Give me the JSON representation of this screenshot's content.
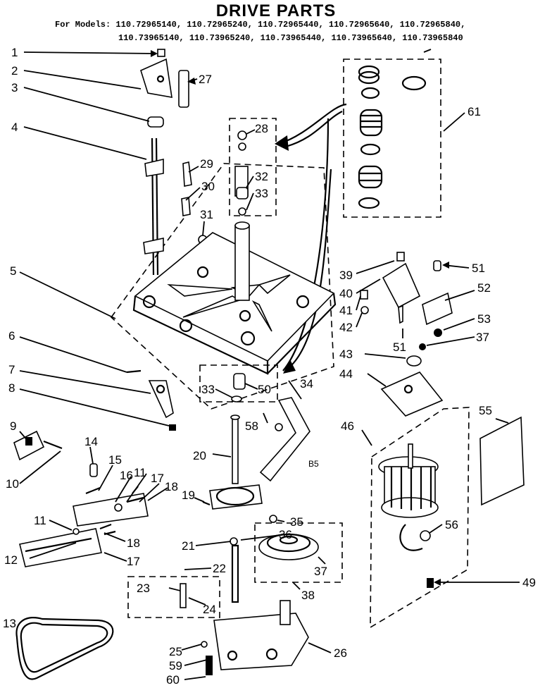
{
  "title": "DRIVE PARTS",
  "models_line1": "For Models: 110.72965140, 110.72965240, 110.72965440, 110.72965640, 110.72965840,",
  "models_line2": "110.73965140, 110.73965240, 110.73965440, 110.73965640, 110.73965840",
  "code": "B5",
  "callouts": [
    "1",
    "2",
    "3",
    "4",
    "5",
    "6",
    "7",
    "8",
    "9",
    "10",
    "11",
    "11",
    "12",
    "13",
    "14",
    "15",
    "16",
    "17",
    "17",
    "18",
    "18",
    "19",
    "20",
    "21",
    "22",
    "23",
    "24",
    "25",
    "26",
    "27",
    "28",
    "29",
    "30",
    "31",
    "32",
    "33",
    "33",
    "34",
    "35",
    "36",
    "37",
    "37",
    "38",
    "39",
    "40",
    "41",
    "42",
    "43",
    "44",
    "46",
    "49",
    "50",
    "51",
    "51",
    "52",
    "53",
    "55",
    "56",
    "58",
    "59",
    "60",
    "61"
  ]
}
